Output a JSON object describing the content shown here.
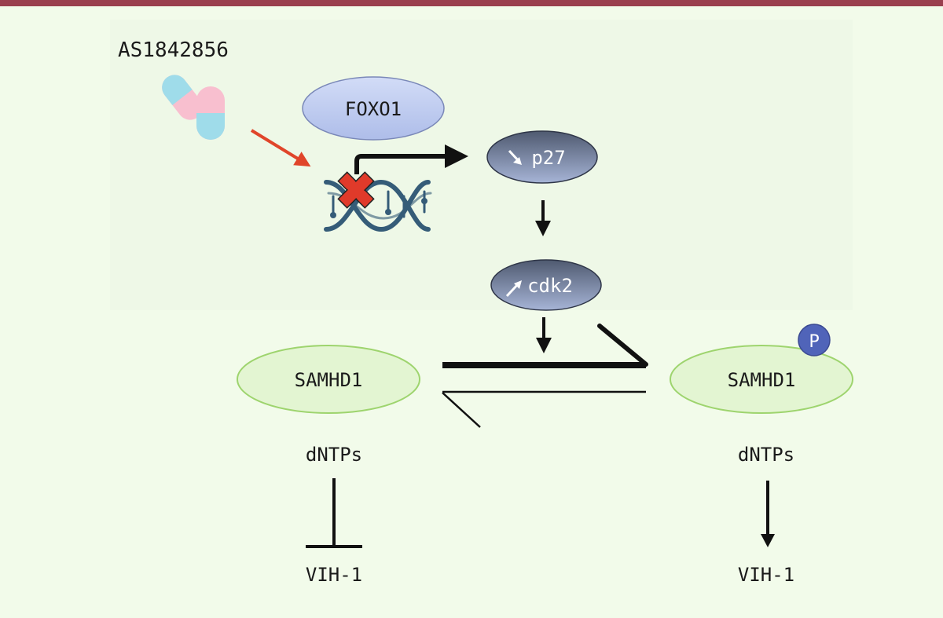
{
  "diagram": {
    "drug_label": "AS1842856",
    "nodes": {
      "foxo1": "FOXO1",
      "p27": "p27",
      "cdk2": "cdk2",
      "samhd1_left": "SAMHD1",
      "samhd1_right": "SAMHD1",
      "phospho": "P"
    },
    "left_branch": {
      "top": "dNTPs",
      "bottom": "VIH-1"
    },
    "right_branch": {
      "top": "dNTPs",
      "bottom": "VIH-1"
    }
  },
  "colors": {
    "top_bar": "#9a3f4e",
    "background": "#f2fbea",
    "panel": "#eef8e6",
    "foxo_fill": "#b8c5ee",
    "dark_node_fill": "#6e7a96",
    "samhd1_fill": "#e3f5d2",
    "samhd1_stroke": "#9ed46e",
    "phospho_fill": "#5064b9",
    "red_arrow": "#e0452a",
    "inhibit_x": "#e03a2a",
    "dna": "#355c78"
  }
}
